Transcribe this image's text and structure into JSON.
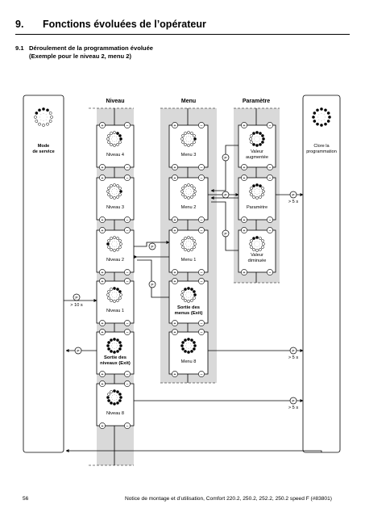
{
  "header": {
    "section_number": "9.",
    "section_title": "Fonctions évoluées de l’opérateur",
    "sub_number": "9.1",
    "sub_title_line1": "Déroulement de la programmation évoluée",
    "sub_title_line2": "(Exemple pour le niveau 2, menu 2)"
  },
  "columns": {
    "niveau": "Niveau",
    "menu": "Menu",
    "parametre": "Paramètre"
  },
  "side": {
    "left_line1": "Mode",
    "left_line2": "de service",
    "right_line1": "Clore la",
    "right_line2": "programmation"
  },
  "boxes": {
    "niveau4": "Niveau 4",
    "niveau3": "Niveau 3",
    "niveau2": "Niveau 2",
    "niveau1": "Niveau 1",
    "exit_niveaux_l1": "Sortie des",
    "exit_niveaux_l2": "niveaux (Exit)",
    "niveau8": "Niveau 8",
    "menu3": "Menu 3",
    "menu2": "Menu 2",
    "menu1": "Menu 1",
    "exit_menus_l1": "Sortie des",
    "exit_menus_l2": "menus (Exit)",
    "menu8": "Menu 8",
    "valeur_aug_l1": "Valeur",
    "valeur_aug_l2": "augmentée",
    "parametre": "Paramètre",
    "valeur_dim_l1": "Valeur",
    "valeur_dim_l2": "diminuée"
  },
  "keys": {
    "p": "P",
    "plus": "+",
    "minus": "−",
    "gt10s": "> 10 s",
    "gt5s": "> 5 s"
  },
  "footer": {
    "page": "56",
    "doc": "Notice de montage et d’utilisation, Comfort 220.2, 250.2, 252.2, 250.2 speed F (#83801)"
  },
  "colors": {
    "column_shade": "#d9d9d9",
    "line": "#000000",
    "accent": "#9a9a9a"
  }
}
